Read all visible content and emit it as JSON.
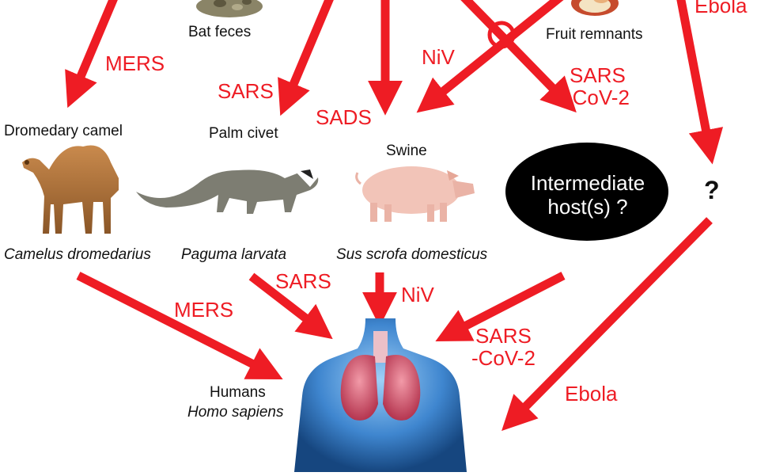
{
  "sources": {
    "bat_feces": "Bat feces",
    "fruit_remnants": "Fruit remnants"
  },
  "intermediate_hosts": {
    "camel": {
      "common": "Dromedary camel",
      "latin": "Camelus dromedarius"
    },
    "civet": {
      "common": "Palm civet",
      "latin": "Paguma larvata"
    },
    "swine": {
      "common": "Swine",
      "latin": "Sus scrofa domesticus"
    },
    "unknown": {
      "text_line1": "Intermediate",
      "text_line2": "host(s) ?"
    },
    "question": "?"
  },
  "humans": {
    "common": "Humans",
    "latin": "Homo sapiens"
  },
  "virus_labels": {
    "top_right_ebola": "Ebola",
    "mers_top": "MERS",
    "sars_top": "SARS",
    "sads": "SADS",
    "niv_top": "NiV",
    "sars_cov2_top_line1": "SARS",
    "sars_cov2_top_line2": "-CoV-2",
    "mers_bottom": "MERS",
    "sars_bottom": "SARS",
    "niv_bottom": "NiV",
    "sars_cov2_bottom_line1": "SARS",
    "sars_cov2_bottom_line2": "-CoV-2",
    "ebola_bottom": "Ebola"
  },
  "colors": {
    "arrow": "#ee1c24",
    "virus_text": "#ee1c24",
    "ellipse": "#000000",
    "body": "#3f86cf",
    "lungs": "#d9536b"
  }
}
